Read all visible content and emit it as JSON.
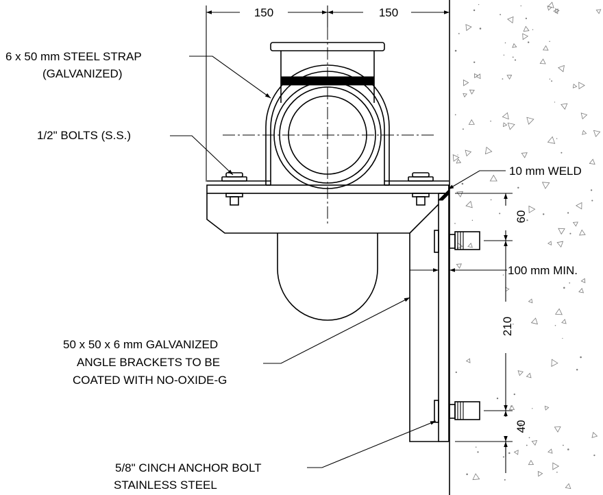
{
  "dimensions": {
    "top_left": "150",
    "top_right": "150",
    "v60": "60",
    "v210": "210",
    "v40": "40",
    "min_embed": "100 mm MIN."
  },
  "labels": {
    "strap_line1": "6 x 50 mm STEEL STRAP",
    "strap_line2": "(GALVANIZED)",
    "bolts": "1/2\" BOLTS (S.S.)",
    "weld": "10 mm WELD",
    "angle_line1": "50 x 50 x 6 mm GALVANIZED",
    "angle_line2": "ANGLE BRACKETS TO BE",
    "angle_line3": "COATED WITH NO-OXIDE-G",
    "anchor_line1": "5/8\" CINCH ANCHOR BOLT",
    "anchor_line2": "STAINLESS STEEL"
  },
  "colors": {
    "line": "#000000",
    "concrete_speckle": "#7a7a7a",
    "background": "#ffffff"
  }
}
